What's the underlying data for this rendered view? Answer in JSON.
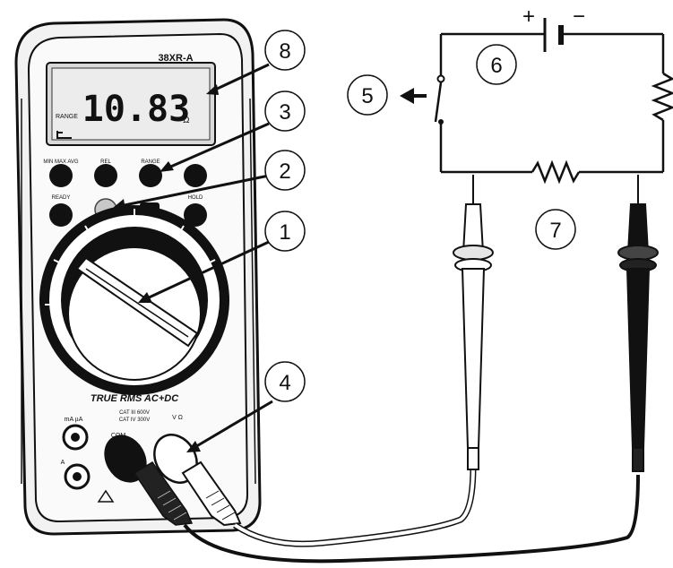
{
  "meter": {
    "model": "38XR-A",
    "display_value": "10.83",
    "display_unit": "Ω",
    "display_mode": "RANGE",
    "front_text": "TRUE RMS AC+DC",
    "sub_text_1": "CAT III 600V",
    "sub_text_2": "CAT IV 300V",
    "button_labels": [
      "MIN MAX AVG",
      "REL",
      "RANGE",
      "",
      "READY",
      "",
      "",
      "HOLD"
    ],
    "jack_labels": [
      "mA µA",
      "A",
      "COM",
      "V Ω"
    ]
  },
  "callouts": [
    {
      "number": "1"
    },
    {
      "number": "2"
    },
    {
      "number": "3"
    },
    {
      "number": "4"
    },
    {
      "number": "5"
    },
    {
      "number": "6"
    },
    {
      "number": "7"
    },
    {
      "number": "8"
    }
  ],
  "battery": {
    "plus": "+",
    "minus": "−"
  },
  "colors": {
    "ink": "#111111",
    "paper": "#ffffff",
    "gray": "#c8c8c8"
  }
}
